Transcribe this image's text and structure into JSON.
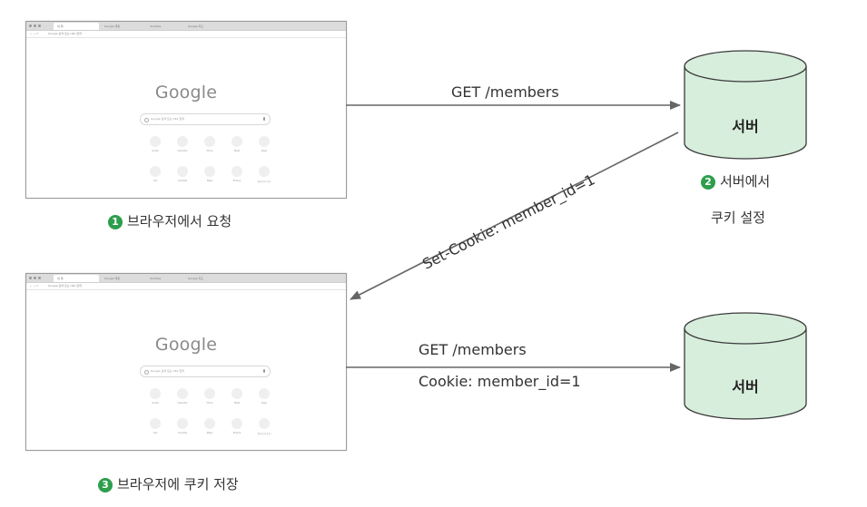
{
  "browser": {
    "logo": "Google",
    "search_placeholder": "Google 검색 또는 URL 입력",
    "tabs": [
      "새 탭",
      "Google 계정",
      "YouTube",
      "Google 지도"
    ],
    "address": "Google 검색 또는 URL 입력",
    "shortcuts": [
      "Gmail",
      "Calendar",
      "Drive",
      "Meet",
      "Keep",
      "Ads",
      "YouTube",
      "Maps",
      "Photos",
      "바로가기 추가"
    ]
  },
  "top": {
    "request_label": "GET /members",
    "server_label": "서버",
    "step1_number": "1",
    "step1_text": "브라우저에서 요청",
    "step2_number": "2",
    "step2_line1": "서버에서",
    "step2_line2": "쿠키 설정"
  },
  "response": {
    "label": "Set-Cookie: member_id=1"
  },
  "bottom": {
    "request_line1": "GET /members",
    "request_line2": "Cookie: member_id=1",
    "server_label": "서버",
    "step3_number": "3",
    "step3_text": "브라우저에 쿠키 저장"
  },
  "colors": {
    "server_fill": "#d8eedd",
    "server_stroke": "#3a3a3a",
    "arrow": "#666666",
    "step_badge": "#2d9e4c",
    "browser_border": "#9a9a9a"
  }
}
